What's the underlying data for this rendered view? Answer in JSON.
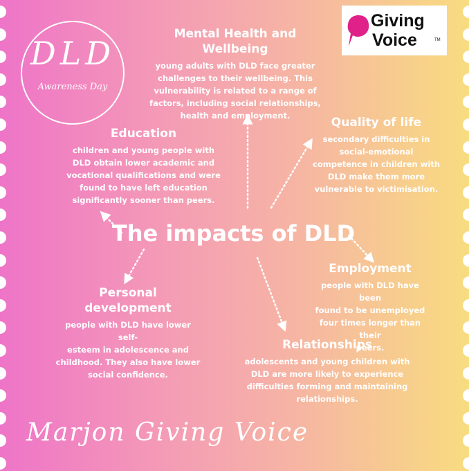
{
  "seal": {
    "main": "DLD",
    "sub": "Awareness Day"
  },
  "logo": {
    "line1": "Giving",
    "line2": "Voice",
    "tm": "TM"
  },
  "center_title": "The impacts of DLD",
  "sections": {
    "mental": {
      "title": "Mental Health and Wellbeing",
      "lines": [
        "young adults with DLD face greater",
        "challenges to their wellbeing. This",
        "vulnerability is related to a range of",
        "factors, including social relationships,",
        "health and employment."
      ]
    },
    "education": {
      "title": "Education",
      "lines": [
        "children and young people with",
        "DLD obtain lower academic and",
        "vocational qualifications and were",
        "found to have left education",
        "significantly sooner than peers."
      ]
    },
    "quality": {
      "title": "Quality of life",
      "lines": [
        "secondary difficulties in",
        "social-emotional",
        "competence in children with",
        "DLD make them more",
        "vulnerable to victimisation."
      ]
    },
    "employment": {
      "title": "Employment",
      "lines": [
        "people with DLD have been",
        "found to be unemployed",
        "four times longer than their",
        "peers."
      ]
    },
    "personal": {
      "title": "Personal development",
      "lines": [
        "people with DLD have lower self-",
        "esteem in adolescence and",
        "childhood. They also have lower",
        "social confidence."
      ]
    },
    "relationships": {
      "title": "Relationships",
      "lines": [
        "adolescents and young children with",
        "DLD are more likely to experience",
        "difficulties forming and maintaining",
        "relationships."
      ]
    }
  },
  "signature": "Marjon Giving Voice",
  "colors": {
    "text": "#ffffff",
    "gradient_left": "#ee74c8",
    "gradient_right": "#f8dc80",
    "logo_pink": "#e0218a"
  }
}
